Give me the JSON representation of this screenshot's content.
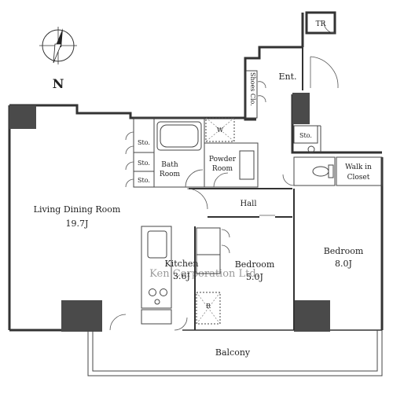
{
  "compass": {
    "north_label": "N",
    "icon": "compass-rose-icon"
  },
  "rooms": {
    "tr": "TR",
    "entrance": "Ent.",
    "shoes_closet": "Shoes Clo.",
    "storage_1": "Sto.",
    "storage_2": "Sto.",
    "storage_3": "Sto.",
    "storage_entry": "Sto.",
    "bath_room_line1": "Bath",
    "bath_room_line2": "Room",
    "washer": "W",
    "powder_room_line1": "Powder",
    "powder_room_line2": "Room",
    "walk_in_closet_line1": "Walk in",
    "walk_in_closet_line2": "Closet",
    "hall": "Hall",
    "living_dining_room": "Living Dining Room",
    "living_dining_size": "19.7J",
    "kitchen": "Kitchen",
    "kitchen_size": "3.6J",
    "bedroom_1": "Bedroom",
    "bedroom_1_size": "5.0J",
    "bedroom_2": "Bedroom",
    "bedroom_2_size": "8.0J",
    "refrigerator": "R",
    "balcony": "Balcony"
  },
  "watermark": "Ken Corporation Ltd."
}
